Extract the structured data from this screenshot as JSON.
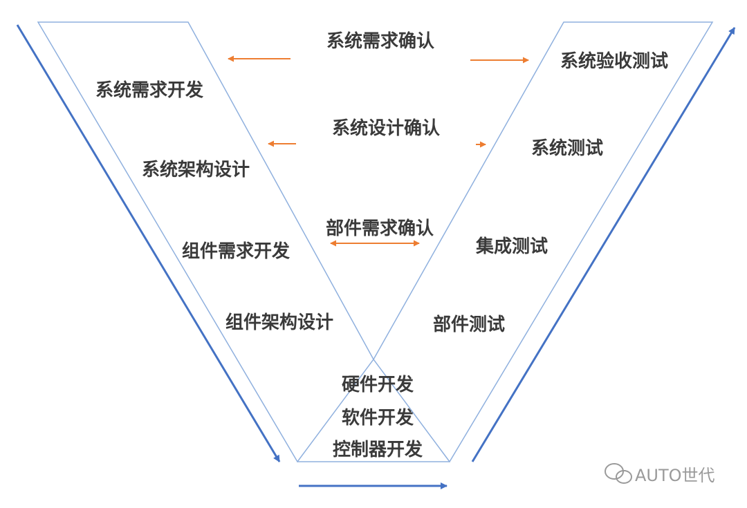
{
  "left_labels": [
    "系统需求开发",
    "系统架构设计",
    "组件需求开发",
    "组件架构设计"
  ],
  "right_labels": [
    "系统验收测试",
    "系统测试",
    "集成测试",
    "部件测试"
  ],
  "center_labels": [
    "系统需求确认",
    "系统设计确认",
    "部件需求确认"
  ],
  "bottom_labels": [
    "硬件开发",
    "软件开发",
    "控制器开发"
  ],
  "watermark": "AUTO世代",
  "colors": {
    "outline": "#8fb0de",
    "flow_arrow": "#4472c4",
    "link_arrow": "#ed7d31",
    "text": "#3a3a3a",
    "watermark": "#9a9a9a"
  }
}
